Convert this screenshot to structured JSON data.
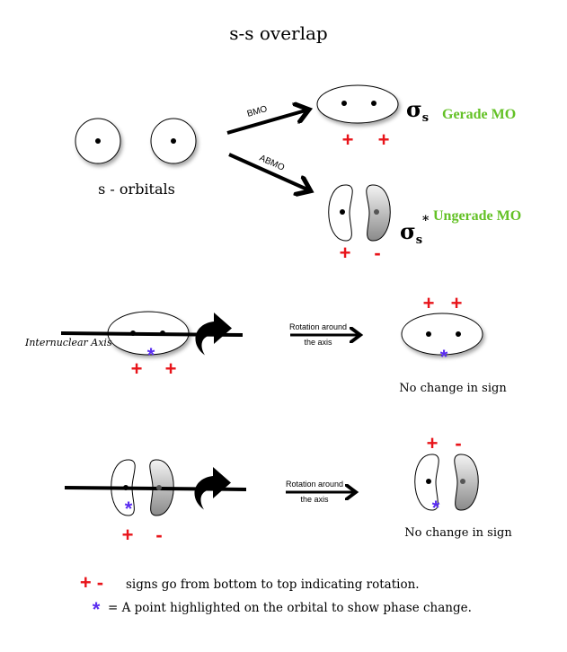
{
  "title": "s-s overlap",
  "top": {
    "s_orbitals_label": "s - orbitals",
    "bmo_label": "BMO",
    "abmo_label": "ABMO",
    "sigma": "σ",
    "sigma_sub": "s",
    "sigma_star": "*",
    "gerade_label": "Gerade MO",
    "ungerade_label": "Ungerade MO",
    "bonding_signs": [
      "+",
      "+"
    ],
    "antibonding_signs": [
      "+",
      "-"
    ]
  },
  "row_gerade": {
    "axis_label": "Internuclear Axis",
    "rotation_label_1": "Rotation around",
    "rotation_label_2": "the axis",
    "before_signs": [
      "+",
      "+"
    ],
    "after_signs": [
      "+",
      "+"
    ],
    "marker": "*",
    "result": "No change in sign"
  },
  "row_ungerade": {
    "rotation_label_1": "Rotation around",
    "rotation_label_2": "the axis",
    "before_signs": [
      "+",
      "-"
    ],
    "after_signs": [
      "+",
      "-"
    ],
    "marker": "*",
    "result": "No change in sign"
  },
  "legend": {
    "signs": "+ -",
    "signs_text": "signs go from bottom to top indicating rotation.",
    "star": "*",
    "star_text": "= A point highlighted on the orbital to show phase change."
  },
  "colors": {
    "sign": "#e8141a",
    "marker": "#5a2df0",
    "mo_label": "#63c125"
  }
}
